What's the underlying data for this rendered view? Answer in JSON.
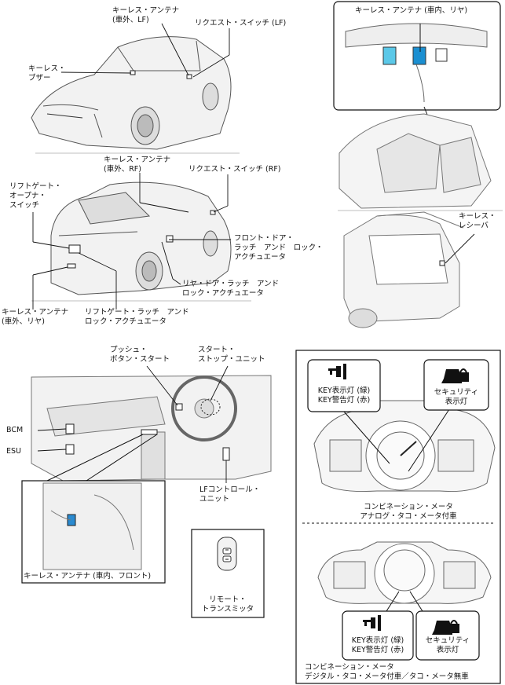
{
  "labels": {
    "keyless_antenna_ext_lf": "キーレス・アンテナ\n(車外、LF)",
    "request_switch_lf": "リクエスト・スイッチ (LF)",
    "keyless_buzzer": "キーレス・\nブザー",
    "keyless_antenna_int_rear": "キーレス・アンテナ (車内、リヤ)",
    "keyless_antenna_ext_rf": "キーレス・アンテナ\n(車外、RF)",
    "request_switch_rf": "リクエスト・スイッチ (RF)",
    "liftgate_opener_switch": "リフトゲート・\nオープナ・\nスイッチ",
    "front_door_latch_actuator": "フロント・ドア・\nラッチ　アンド　ロック・\nアクチュエータ",
    "rear_door_latch_actuator": "リヤ・ドア・ラッチ　アンド\nロック・アクチュエータ",
    "keyless_antenna_ext_rear": "キーレス・アンテナ\n(車外、リヤ)",
    "liftgate_latch_actuator": "リフトゲート・ラッチ　アンド\nロック・アクチュエータ",
    "keyless_receiver": "キーレス・\nレシーバ",
    "push_button_start": "プッシュ・\nボタン・スタート",
    "start_stop_unit": "スタート・\nストップ・ユニット",
    "bcm": "BCM",
    "esu": "ESU",
    "lf_control_unit": "LFコントロール・\nユニット",
    "keyless_antenna_int_front": "キーレス・アンテナ (車内、フロント)",
    "remote_transmitter": "リモート・\nトランスミッタ"
  },
  "meter_panel": {
    "key_indicator_top": "KEY表示灯 (緑)\nKEY警告灯 (赤)",
    "security_indicator_top": "セキュリティ\n表示灯",
    "analog_caption": "コンビネーション・メータ\nアナログ・タコ・メータ付車",
    "key_indicator_bottom": "KEY表示灯 (緑)\nKEY警告灯 (赤)",
    "security_indicator_bottom": "セキュリティ\n表示灯",
    "digital_caption": "コンビネーション・メータ\nデジタル・タコ・メータ付車／タコ・メータ無車"
  }
}
